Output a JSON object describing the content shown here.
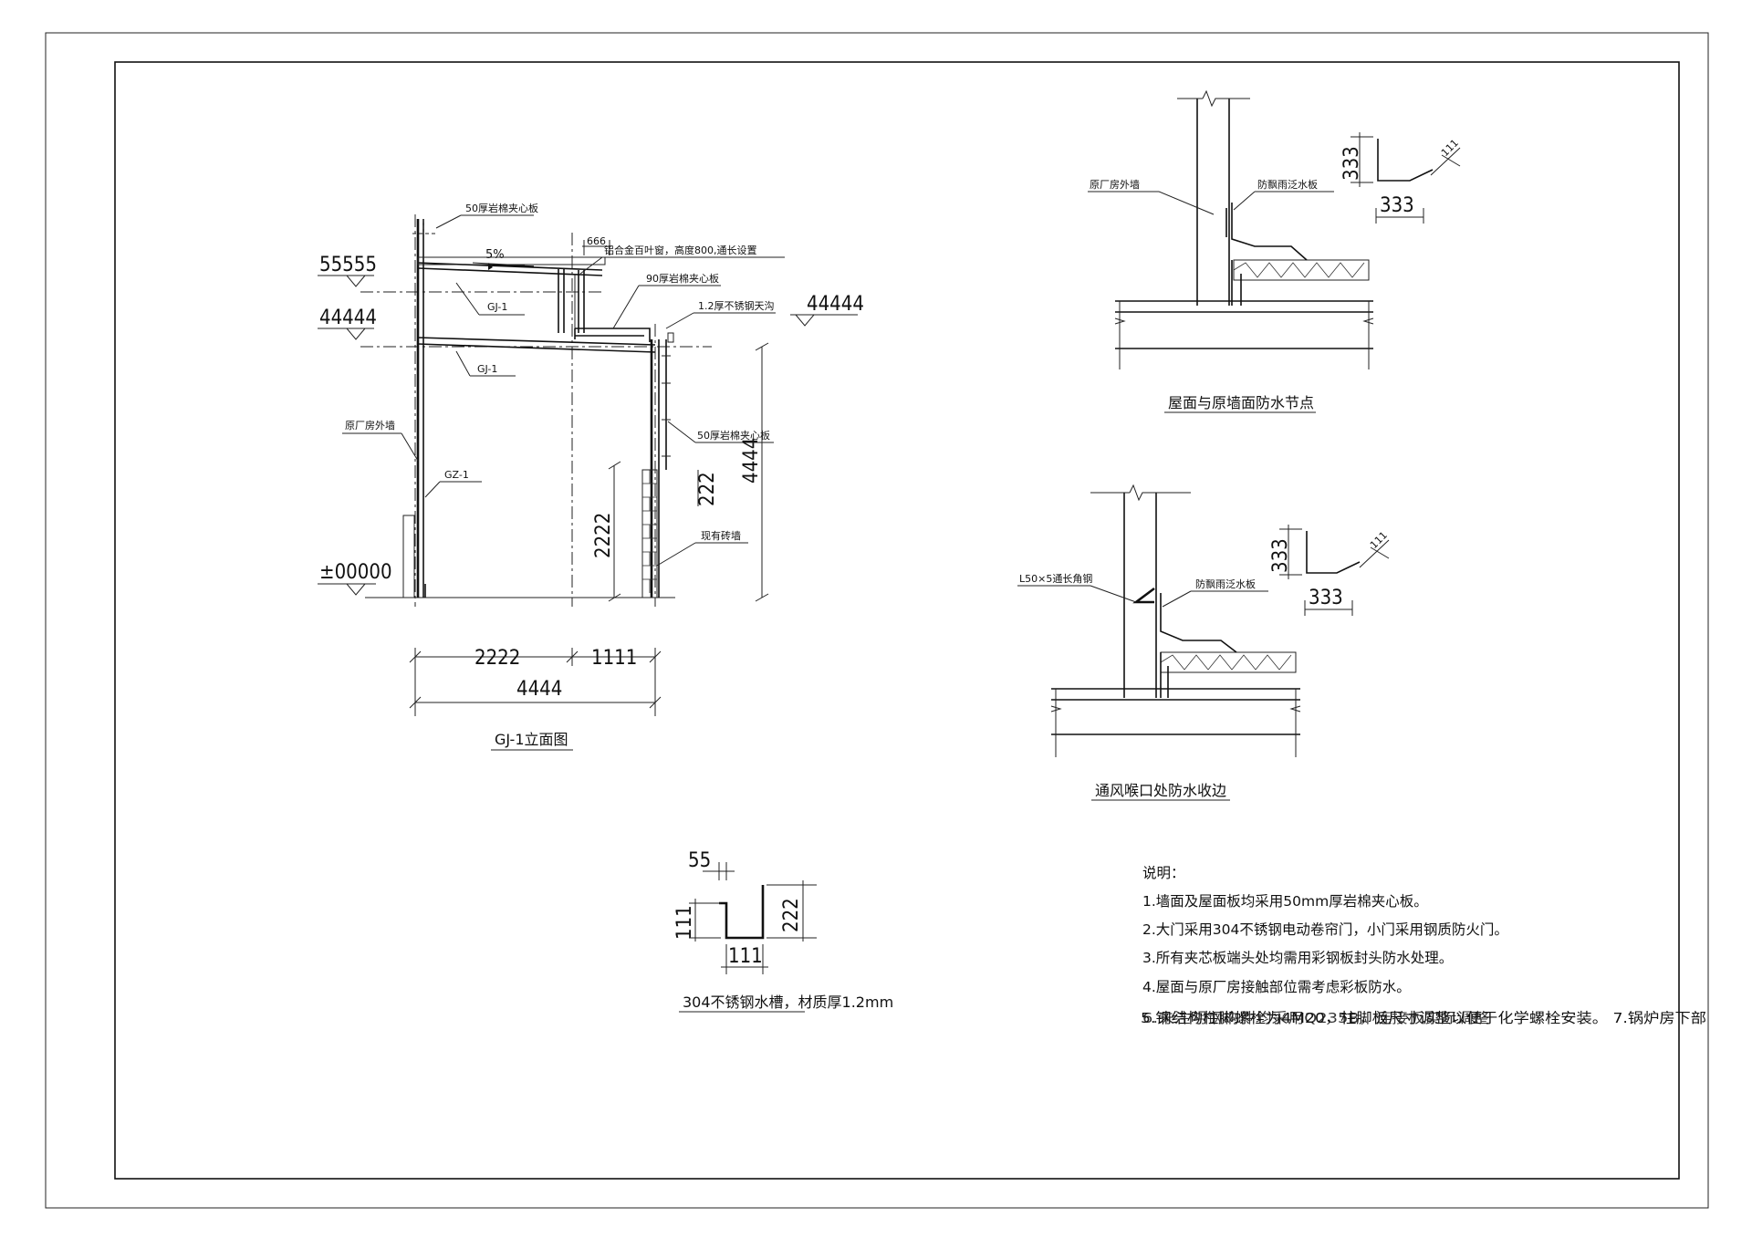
{
  "elevation": {
    "level_55555": "55555",
    "level_44444_left": "44444",
    "level_44444_right": "44444",
    "level_00000": "±00000",
    "slope": "5%",
    "dim_666": "666",
    "label_panel_top": "50厚岩棉夹心板",
    "label_louver": "铝合金百叶窗，高度800,通长设置",
    "label_panel_mid": "90厚岩棉夹心板",
    "label_gutter": "1.2厚不锈钢天沟",
    "label_gj1_upper": "GJ-1",
    "label_gj1_lower": "GJ-1",
    "label_factory_wall": "原厂房外墙",
    "label_gz1": "GZ-1",
    "label_panel_right": "50厚岩棉夹心板",
    "label_brick": "现有砖墙",
    "dim_4444_vert": "4444",
    "dim_2222_vert": "2222",
    "dim_222_vert": "222",
    "dim_2222_h": "2222",
    "dim_1111_h": "1111",
    "dim_4444_h": "4444",
    "title": "GJ-1立面图"
  },
  "detail1": {
    "label_wall": "原厂房外墙",
    "label_flashing": "防飘雨泛水板",
    "dim_v": "333",
    "dim_h": "333",
    "dim_s": "111",
    "title": "屋面与原墙面防水节点"
  },
  "detail2": {
    "label_angle": "L50×5通长角钢",
    "label_flashing": "防飘雨泛水板",
    "dim_v": "333",
    "dim_h": "333",
    "dim_s": "111",
    "title": "通风喉口处防水收边"
  },
  "gutter": {
    "dim_55": "55",
    "dim_111_left": "111",
    "dim_222": "222",
    "dim_111_bottom": "111",
    "title": "304不锈钢水槽，材质厚1.2mm"
  },
  "notes": {
    "heading": "说明：",
    "items": [
      "1.墙面及屋面板均采用50mm厚岩棉夹心板。",
      "2.大门采用304不锈钢电动卷帘门，小门采用钢质防火门。",
      "3.所有夹芯板端头处均需用彩钢板封头防水处理。",
      "4.屋面与原厂房接触部位需考虑彩板防水。",
      "5.钢结构柱脚螺栓为4M20，柱脚板尺寸调整以便于化学螺栓安装。 7.锅炉房下部",
      "6.未注明钢构件均采用Q235B，连接板实际调整"
    ]
  }
}
